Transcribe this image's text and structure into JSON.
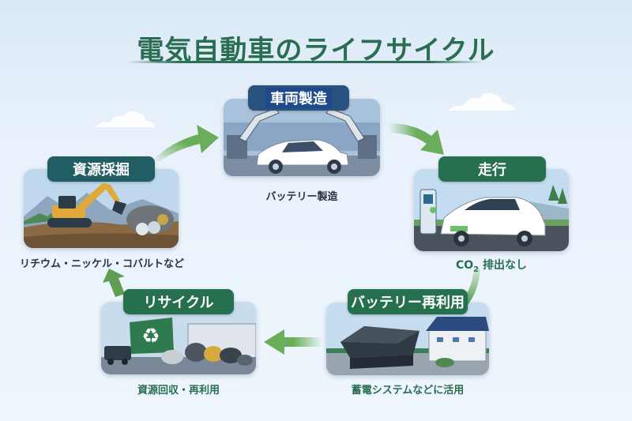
{
  "title": "電気自動車のライフサイクル",
  "colors": {
    "title": "#2a6e52",
    "arrow": "#6aad5a",
    "badge_green": "#26704f",
    "badge_teal": "#215e63",
    "badge_blue": "#2a527e"
  },
  "stages": [
    {
      "id": "mining",
      "label": "資源採掘",
      "caption": "リチウム・ニッケル・コバルトなど",
      "illustration": "excavator-icon"
    },
    {
      "id": "manufacturing",
      "label": "車両製造",
      "caption": "バッテリー製造",
      "illustration": "robot-arm-car-icon"
    },
    {
      "id": "driving",
      "label": "走行",
      "caption_prefix": "CO",
      "caption_sub": "2",
      "caption_suffix": " 排出なし",
      "illustration": "ev-charging-car-icon"
    },
    {
      "id": "battery-reuse",
      "label": "バッテリー再利用",
      "caption": "蓄電システムなどに活用",
      "illustration": "battery-house-icon"
    },
    {
      "id": "recycling",
      "label": "リサイクル",
      "caption": "資源回収・再利用",
      "illustration": "recycle-icon"
    }
  ],
  "arrows": [
    {
      "from": "資源採掘",
      "to": "車両製造"
    },
    {
      "from": "車両製造",
      "to": "走行"
    },
    {
      "from": "走行",
      "to": "バッテリー再利用"
    },
    {
      "from": "バッテリー再利用",
      "to": "リサイクル"
    },
    {
      "from": "リサイクル",
      "to": "資源採掘"
    }
  ]
}
